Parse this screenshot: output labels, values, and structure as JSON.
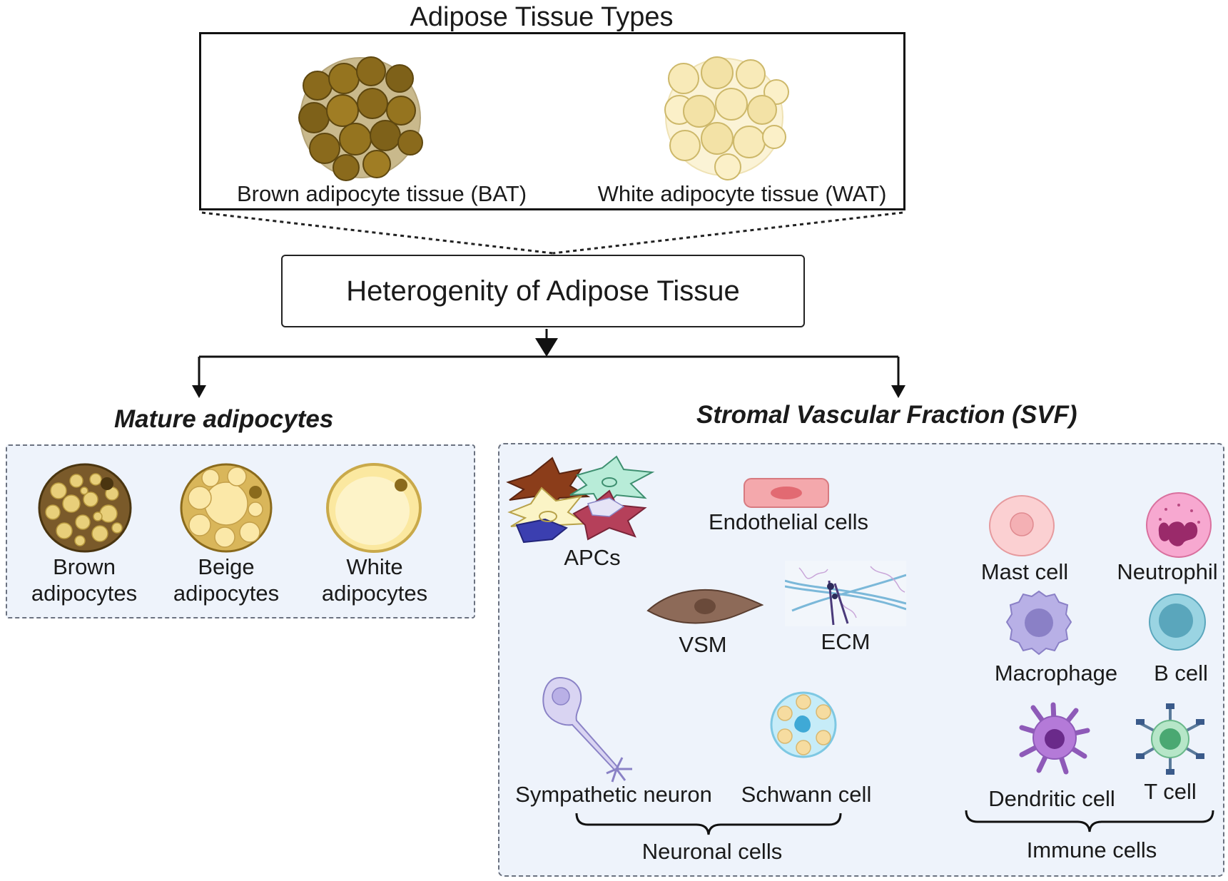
{
  "diagram": {
    "title": "Adipose Tissue Types",
    "tissue_types": [
      {
        "label": "Brown adipocyte tissue (BAT)",
        "color": "#8a6a1c"
      },
      {
        "label": "White adipocyte tissue (WAT)",
        "color": "#f3e2a6"
      }
    ],
    "hub": "Heterogenity of Adipose Tissue",
    "mature": {
      "heading": "Mature adipocytes",
      "cells": [
        {
          "line1": "Brown",
          "line2": "adipocytes"
        },
        {
          "line1": "Beige",
          "line2": "adipocytes"
        },
        {
          "line1": "White",
          "line2": "adipocytes"
        }
      ]
    },
    "svf": {
      "heading": "Stromal Vascular Fraction (SVF)",
      "cells": {
        "apcs": "APCs",
        "endothelial": "Endothelial cells",
        "vsm": "VSM",
        "ecm": "ECM",
        "sympathetic": "Sympathetic neuron",
        "schwann": "Schwann cell",
        "mast": "Mast cell",
        "neutrophil": "Neutrophil",
        "macrophage": "Macrophage",
        "bcell": "B cell",
        "dendritic": "Dendritic cell",
        "tcell": "T cell"
      },
      "groups": {
        "neuronal": "Neuronal cells",
        "immune": "Immune cells"
      }
    },
    "colors": {
      "panel_bg": "#eef3fb",
      "brown": "#8a6a1c",
      "beige": "#f0d98a",
      "white_fat": "#fbeeb0"
    }
  }
}
